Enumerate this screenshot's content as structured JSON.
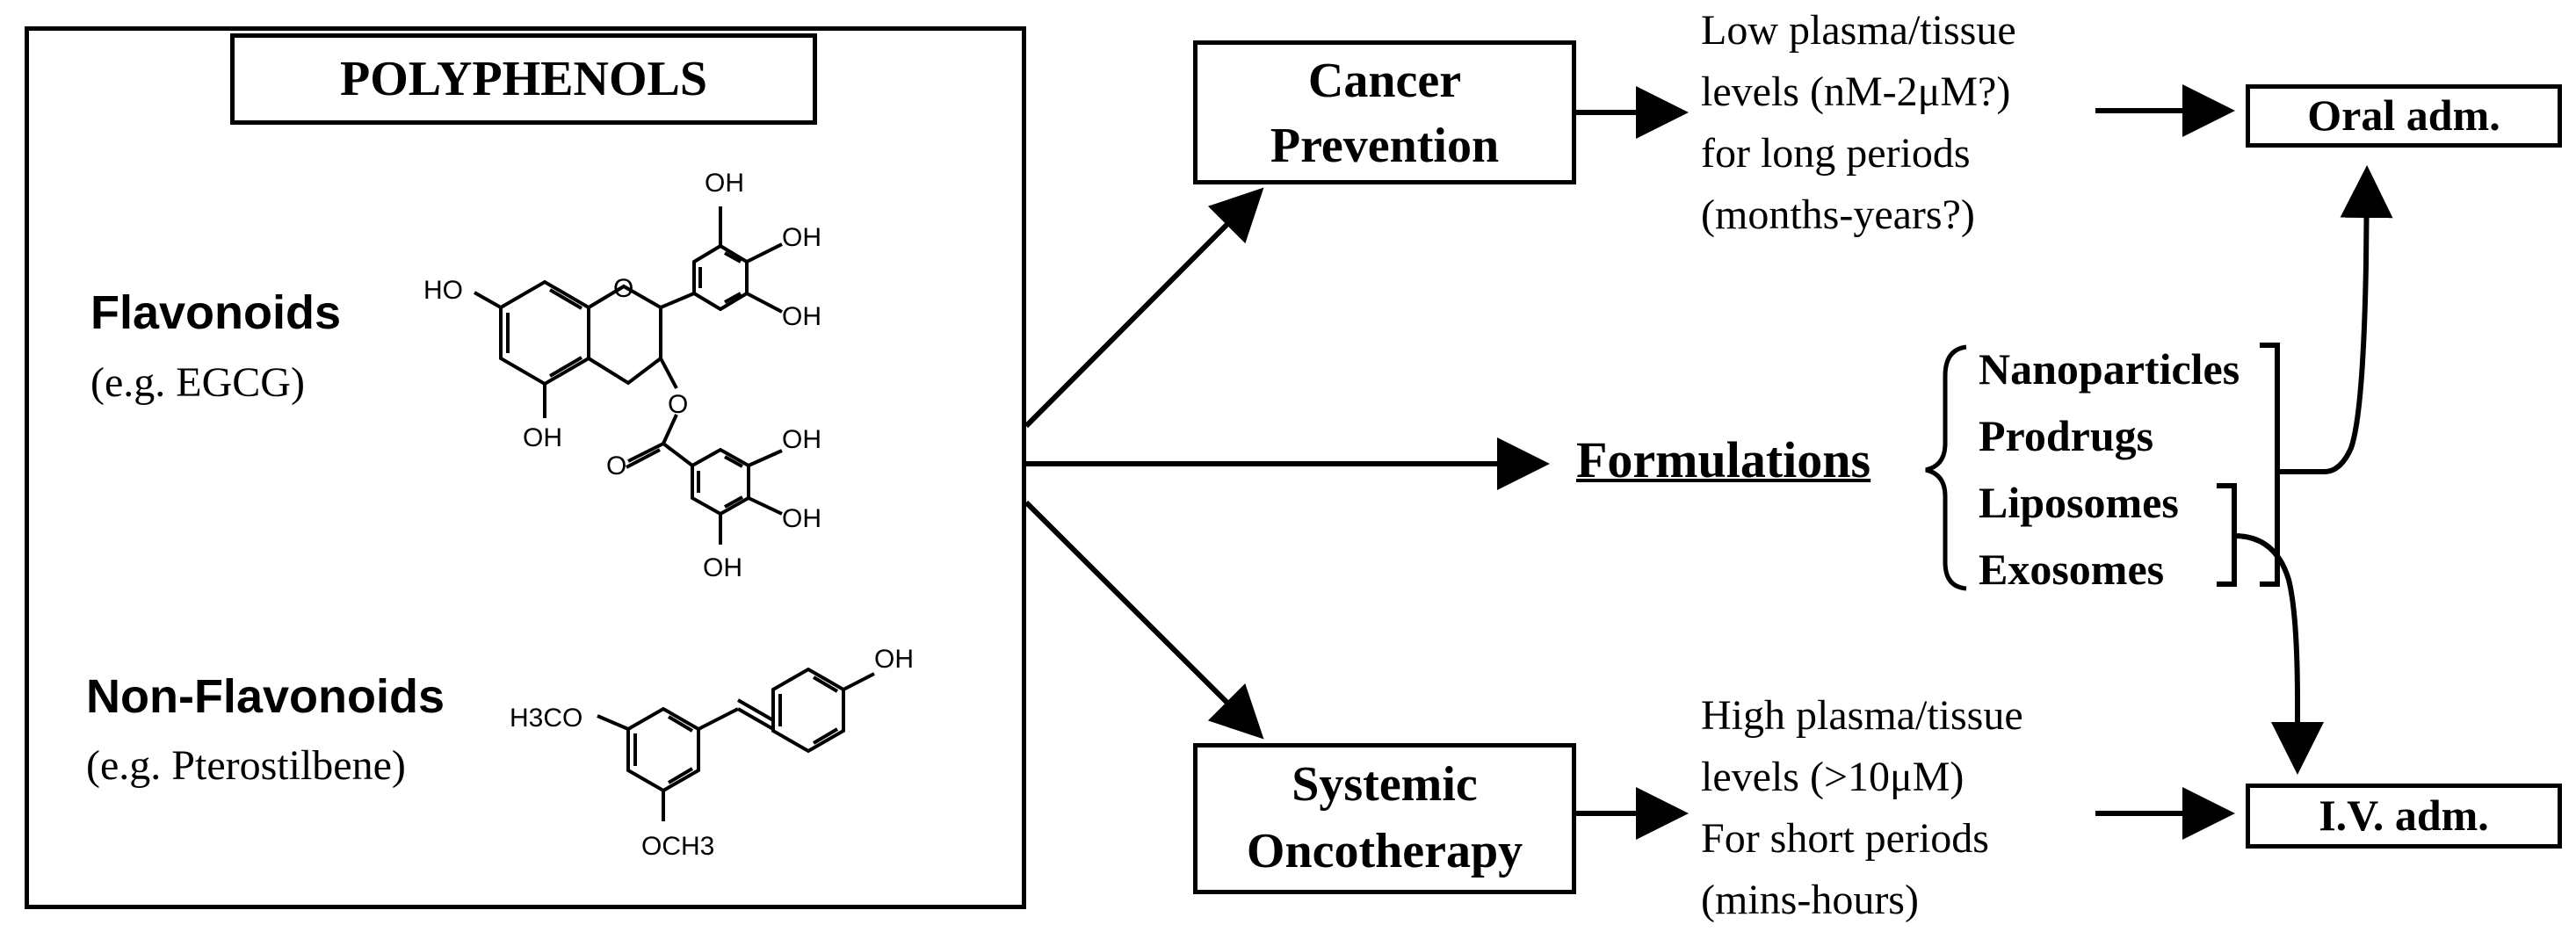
{
  "polyphenols": {
    "title": "POLYPHENOLS",
    "flavonoids_label": "Flavonoids",
    "flavonoids_example": "(e.g. EGCG)",
    "nonflavonoids_label": "Non-Flavonoids",
    "nonflavonoids_example": "(e.g. Pterostilbene)"
  },
  "egcg_labels": {
    "oh_top": "OH",
    "oh_right1": "OH",
    "oh_right2": "OH",
    "ho_left": "HO",
    "o_ring": "O",
    "o_ester": "O",
    "o_carbonyl": "O",
    "oh_bottom": "OH",
    "oh_g1": "OH",
    "oh_g2": "OH",
    "oh_g3": "OH"
  },
  "pterostilbene_labels": {
    "oh": "OH",
    "h3co": "H3CO",
    "och3": "OCH3"
  },
  "cancer_prevention": {
    "line1": "Cancer",
    "line2": "Prevention",
    "note_lines": [
      "Low plasma/tissue",
      "levels (nM-2μM?)",
      "for long periods",
      "(months-years?)"
    ]
  },
  "systemic_oncotherapy": {
    "line1": "Systemic",
    "line2": "Oncotherapy",
    "note_lines": [
      "High plasma/tissue",
      "levels (>10μM)",
      "For short periods",
      "(mins-hours)"
    ]
  },
  "formulations": {
    "label": "Formulations",
    "items": [
      "Nanoparticles",
      "Prodrugs",
      "Liposomes",
      "Exosomes"
    ]
  },
  "routes": {
    "oral": "Oral adm.",
    "iv": "I.V. adm."
  }
}
